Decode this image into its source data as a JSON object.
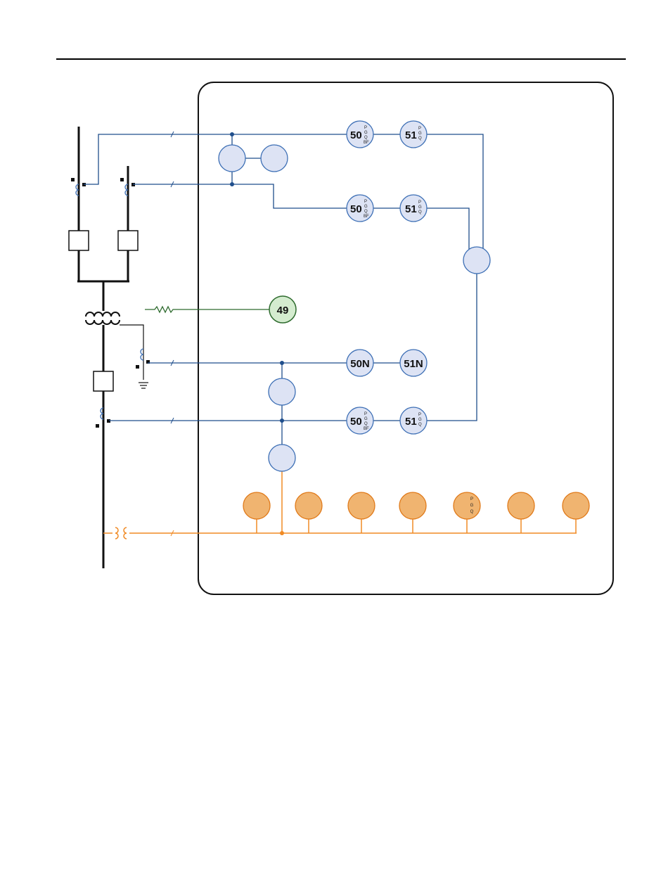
{
  "colors": {
    "blue_line": "#1f4e8c",
    "relay_fill": "#dde3f4",
    "relay_stroke": "#3d6fb5",
    "green_line": "#2e6b2e",
    "green_fill": "#d4eccf",
    "orange": "#f08a24",
    "orange_fill": "#f0b470",
    "orange_stroke": "#e07a1a",
    "black": "#111111",
    "rule": "#000000"
  },
  "relays": {
    "r50_a": {
      "num": "50",
      "subs": [
        "P",
        "G",
        "Q",
        "BF"
      ]
    },
    "r51_a": {
      "num": "51",
      "subs": [
        "P",
        "G",
        "Q"
      ]
    },
    "r50_b": {
      "num": "50",
      "subs": [
        "P",
        "G",
        "Q",
        "BF"
      ]
    },
    "r51_b": {
      "num": "51",
      "subs": [
        "P",
        "G",
        "Q"
      ]
    },
    "r49": {
      "num": "49"
    },
    "r50n": {
      "num": "50N"
    },
    "r51n": {
      "num": "51N"
    },
    "r50_c": {
      "num": "50",
      "subs": [
        "P",
        "G",
        "Q",
        "BF"
      ]
    },
    "r51_c": {
      "num": "51",
      "subs": [
        "P",
        "G",
        "Q"
      ]
    }
  },
  "orange_functions": [
    {
      "subs": []
    },
    {
      "subs": []
    },
    {
      "subs": []
    },
    {
      "subs": []
    },
    {
      "subs": [
        "P",
        "G",
        "Q"
      ]
    },
    {
      "subs": []
    },
    {
      "subs": []
    }
  ]
}
